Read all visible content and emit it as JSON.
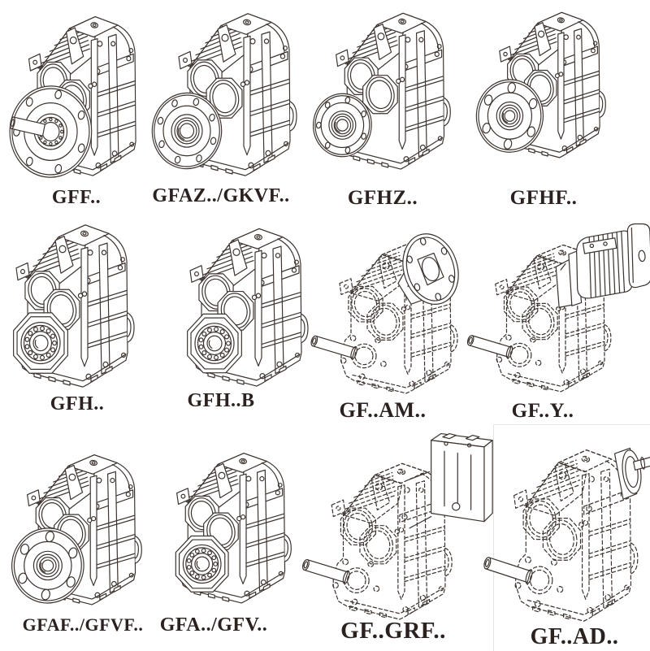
{
  "page": {
    "background": "#ffffff",
    "line_color": "#3c332e",
    "label_color": "#2b2220",
    "frame_color": "#e7e4e2",
    "description": "catalog sheet of parallel-shaft helical gear reducer variants"
  },
  "catalog": {
    "items": [
      {
        "label": "GFF..",
        "line_style": "solid",
        "output_feature": "b5-flange-with-solid-shaft",
        "attachment": "none"
      },
      {
        "label": "GFAZ../GKVF..",
        "line_style": "solid",
        "output_feature": "flange-with-hollow-shaft",
        "attachment": "none"
      },
      {
        "label": "GFHZ..",
        "line_style": "solid",
        "output_feature": "small-flange-hollow-shaft",
        "attachment": "none"
      },
      {
        "label": "GFHF..",
        "line_style": "solid",
        "output_feature": "b5-flange-hollow-shaft",
        "attachment": "none"
      },
      {
        "label": "GFH..",
        "line_style": "solid",
        "output_feature": "hollow-shaft-bearing",
        "attachment": "none"
      },
      {
        "label": "GFH..B",
        "line_style": "solid",
        "output_feature": "hollow-shaft-bearing",
        "attachment": "none"
      },
      {
        "label": "GF..AM..",
        "line_style": "dashed",
        "output_feature": "solid-output-shaft",
        "attachment": "motor-adapter-flange"
      },
      {
        "label": "GF..Y..",
        "line_style": "dashed",
        "output_feature": "solid-output-shaft",
        "attachment": "motor"
      },
      {
        "label": "GFAF../GFVF..",
        "line_style": "solid",
        "output_feature": "b5-flange-hollow-shaft",
        "attachment": "none"
      },
      {
        "label": "GFA../GFV..",
        "line_style": "solid",
        "output_feature": "hollow-shaft-bearing",
        "attachment": "none"
      },
      {
        "label": "GF..GRF..",
        "line_style": "dashed",
        "output_feature": "solid-output-shaft",
        "attachment": "grf-adapter-box"
      },
      {
        "label": "GF..AD..",
        "line_style": "dashed",
        "output_feature": "solid-output-shaft",
        "attachment": "ad-input-shaft-adapter"
      }
    ]
  }
}
